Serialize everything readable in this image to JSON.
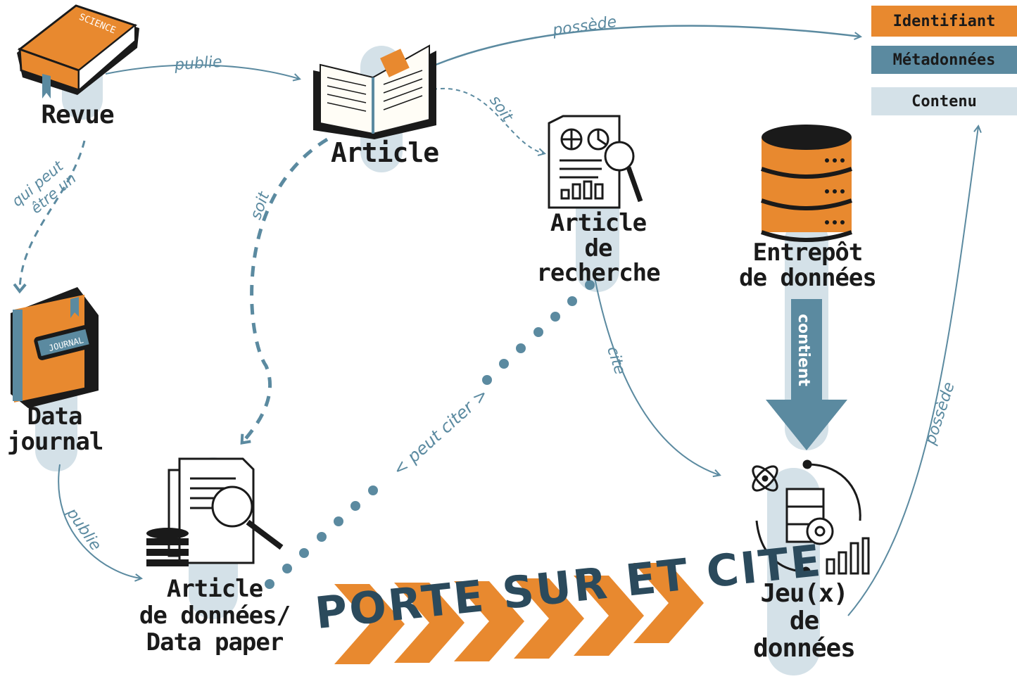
{
  "colors": {
    "orange": "#e8892f",
    "teal": "#5b8aa0",
    "pale_blue": "#d4e1e8",
    "dark": "#1a1a1a",
    "navy": "#2b4a5c"
  },
  "legend": {
    "identifiant": "Identifiant",
    "metadonnees": "Métadonnées",
    "contenu": "Contenu"
  },
  "nodes": {
    "revue": "Revue",
    "article": "Article",
    "article_recherche": [
      "Article",
      "de recherche"
    ],
    "entrepot": [
      "Entrepôt",
      "de données"
    ],
    "data_journal": [
      "Data",
      "journal"
    ],
    "article_donnees": [
      "Article",
      "de données/",
      "Data paper"
    ],
    "jeux": [
      "Jeu(x)",
      "de",
      "données"
    ]
  },
  "edges": {
    "publie_top": "publie",
    "possede_top": "possède",
    "soit_right": "soit",
    "soit_left": "soit",
    "qui_peut": [
      "qui peut",
      "être un"
    ],
    "publie_left": "publie",
    "cite": "cite",
    "peut_citer": "< peut citer >",
    "contient": "contient",
    "possede_right": "possède"
  },
  "book_cover_text": {
    "science": "SCIENCE",
    "journal": "JOURNAL"
  },
  "banner": "PORTE SUR ET CITE"
}
